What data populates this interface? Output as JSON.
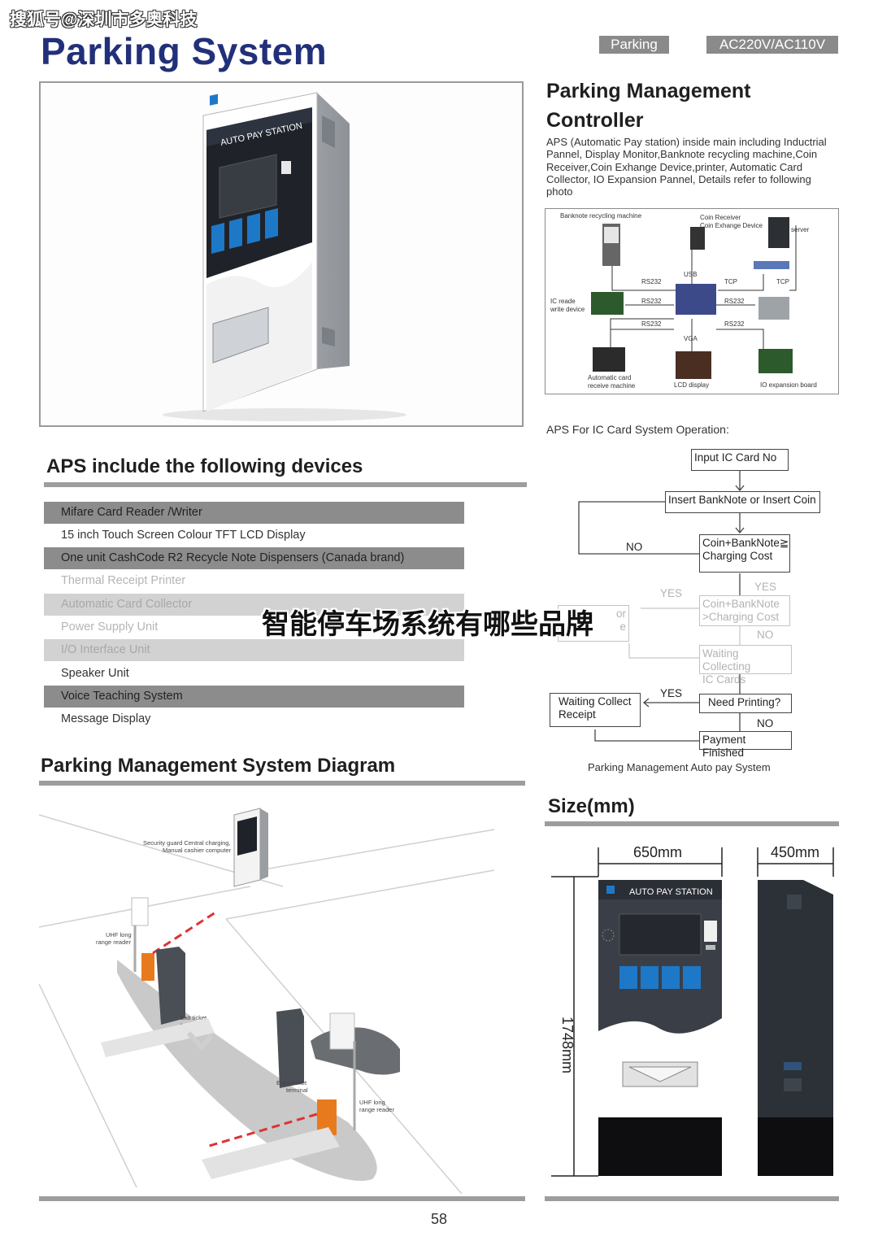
{
  "watermark": "搜狐号@深圳市多奥科技",
  "title": "Parking System",
  "tags": [
    "Parking",
    "AC220V/AC110V"
  ],
  "kiosk_photo": {
    "label": "AUTO PAY STATION"
  },
  "controller": {
    "title_line1": "Parking Management",
    "title_line2": "Controller",
    "description": "APS (Automatic Pay station) inside main including Inductrial Pannel, Display Monitor,Banknote recycling machine,Coin Receiver,Coin Exhange Device,printer, Automatic Card Collector, IO Expansion Pannel, Details refer to following photo"
  },
  "connection_diagram": {
    "banknote": "Banknote recycling machine",
    "coin1": "Coin Receiver",
    "coin2": "Coin Exhange Device",
    "server": "server",
    "ic1": "IC reade",
    "ic2": "write device",
    "card1": "Automatic card",
    "card2": "receive machine",
    "lcd": "LCD display",
    "io": "IO expansion board",
    "rs232": "RS232",
    "usb": "USB",
    "tcp": "TCP",
    "vga": "VGA"
  },
  "aps_operation_caption": "APS For IC Card System Operation:",
  "devices": {
    "heading": "APS include the following devices",
    "items": [
      "Mifare Card Reader /Writer",
      "15 inch Touch Screen Colour TFT LCD Display",
      "One unit CashCode R2 Recycle Note Dispensers (Canada brand)",
      "Thermal Receipt Printer",
      "Automatic Card Collector",
      "Power Supply Unit",
      "I/O Interface Unit",
      "Speaker Unit",
      "Voice Teaching System",
      "Message Display"
    ]
  },
  "flowchart": {
    "input_ic": "Input IC Card No",
    "insert": "Insert BankNote or Insert Coin",
    "compare_ge_1": "Coin+BankNote≧",
    "compare_ge_2": "Charging Cost",
    "compare_gt_1": "Coin+BankNote",
    "compare_gt_2": ">Charging Cost",
    "waiting_card_1": "Waiting Collecting",
    "waiting_card_2": "IC Cards",
    "need_printing": "Need Printing?",
    "receipt_1": "Waiting Collect",
    "receipt_2": "Receipt",
    "finished": "Payment Finished",
    "partial_1": "or",
    "partial_2": "e",
    "no": "NO",
    "yes": "YES",
    "caption": "Parking Management Auto pay System"
  },
  "system_diagram": {
    "heading": "Parking Management System Diagram",
    "security_1": "Security guard Central charging,",
    "security_2": "Manual cashier computer",
    "uhf_1": "UHF long",
    "uhf_2": "range reader",
    "exit_1": "Exit ticket",
    "exit_2": "terminal",
    "entry_1": "Entry ticket",
    "entry_2": "terminal"
  },
  "size": {
    "heading": "Size(mm)",
    "width": "650mm",
    "depth": "450mm",
    "height": "1748mm",
    "label": "AUTO PAY STATION"
  },
  "overlay": "智能停车场系统有哪些品牌",
  "page_number": "58",
  "colors": {
    "title_blue": "#22307a",
    "rule_gray": "#9d9d9d",
    "panel_dark": "#3a3f47",
    "kiosk_blue": "#1e78c8"
  }
}
